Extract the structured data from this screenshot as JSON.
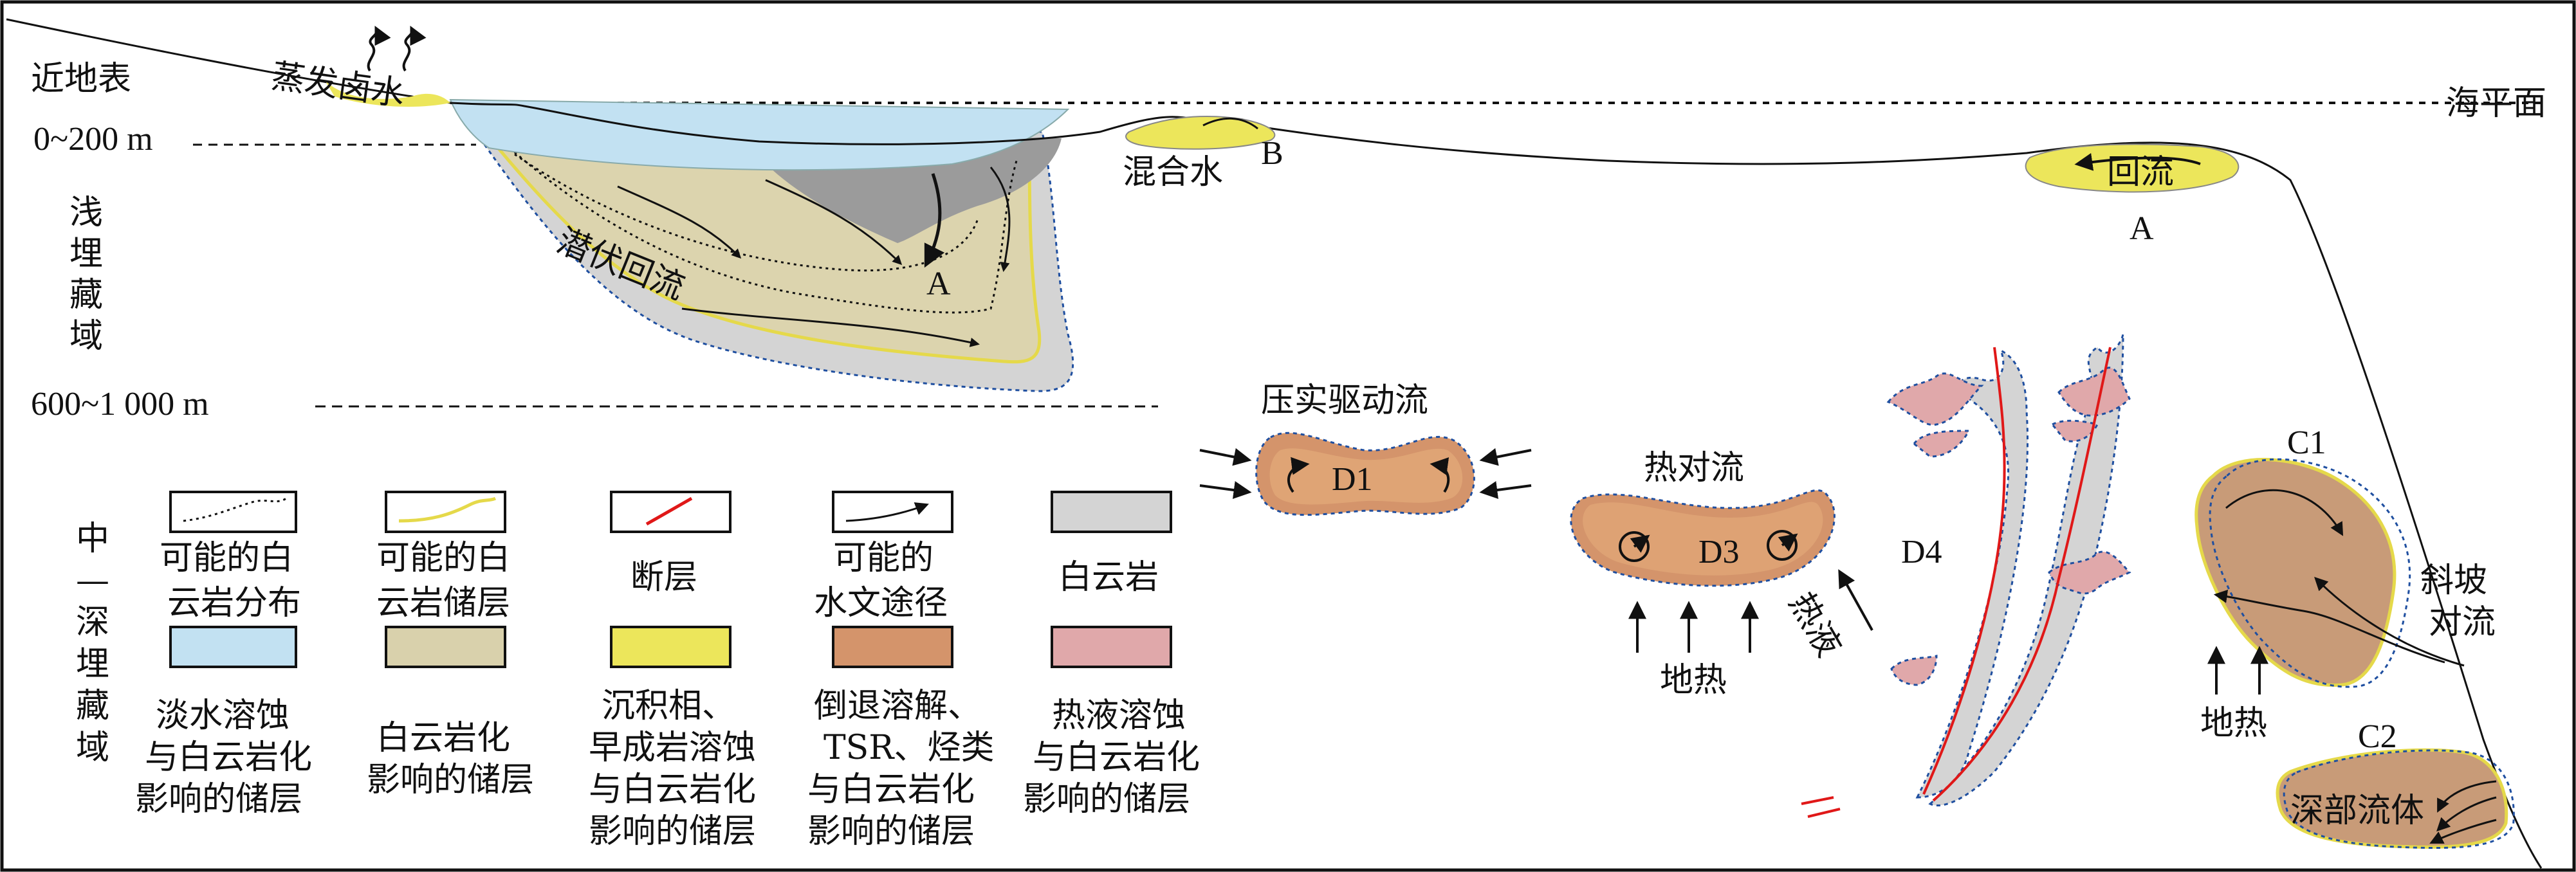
{
  "colors": {
    "fresh_water": "#c2e1f2",
    "dolomitization": "#d9d1ac",
    "sedimentary": "#ece65b",
    "retrograde": "#d4946b",
    "hydrothermal": "#e0a8aa",
    "dolomite": "#d4d4d4",
    "dark_dolomite": "#9b9b9b",
    "reservoir_line": "#e5d94a",
    "fault": "#e01818"
  },
  "labels": {
    "near_surface": "近地表",
    "depth_shallow": "0~200  m",
    "evap_brine": "蒸发卤水",
    "sea_level": "海平面",
    "mixed_water": "混合水",
    "mixed_letter": "B",
    "reflux": "回流",
    "reflux_letter": "A",
    "shallow_burial": [
      "浅",
      "埋",
      "藏",
      "域"
    ],
    "seepage_reflux": "潜伏回流",
    "seepage_letter": "A",
    "depth_deep": "600~1 000  m",
    "compaction_flow": "压实驱动流",
    "d1": "D1",
    "thermal_convection": "热对流",
    "d3": "D3",
    "geothermal_1": "地热",
    "hydrothermal_fluid": "热液",
    "d4": "D4",
    "c1": "C1",
    "slope_convection_1": "斜坡",
    "slope_convection_2": "对流",
    "geothermal_2": "地热",
    "c2": "C2",
    "deep_fluid": "深部流体",
    "mid_deep_burial": [
      "中",
      "—",
      "深",
      "埋",
      "藏",
      "域"
    ]
  },
  "legend": {
    "row1": [
      {
        "line1": "可能的白",
        "line2": "云岩分布",
        "icon": "dotted-line"
      },
      {
        "line1": "可能的白",
        "line2": "云岩储层",
        "icon": "yellow-curve"
      },
      {
        "line1": "断层",
        "line2": "",
        "icon": "red-fault"
      },
      {
        "line1": "可能的",
        "line2": "水文途径",
        "icon": "arrow"
      },
      {
        "line1": "白云岩",
        "line2": "",
        "icon": "gray-fill"
      }
    ],
    "row2": [
      {
        "lines": [
          "淡水溶蚀",
          "与白云岩化",
          "影响的储层"
        ],
        "icon": "blue-fill"
      },
      {
        "lines": [
          "白云岩化",
          "影响的储层"
        ],
        "icon": "tan-fill"
      },
      {
        "lines": [
          "沉积相、",
          "早成岩溶蚀",
          "与白云岩化",
          "影响的储层"
        ],
        "icon": "yellow-fill"
      },
      {
        "lines": [
          "倒退溶解、",
          "TSR、烃类",
          "与白云岩化",
          "影响的储层"
        ],
        "icon": "orange-fill"
      },
      {
        "lines": [
          "热液溶蚀",
          "与白云岩化",
          "影响的储层"
        ],
        "icon": "pink-fill"
      }
    ]
  }
}
